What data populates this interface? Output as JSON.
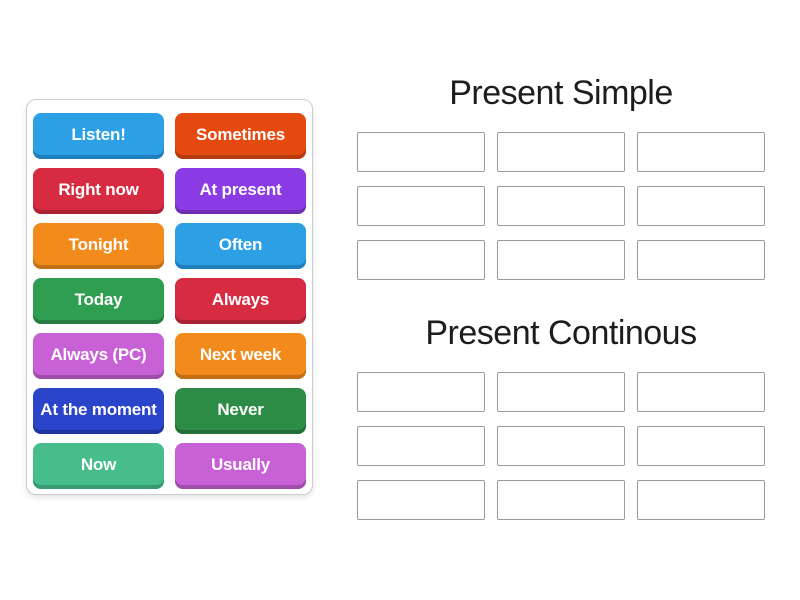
{
  "stage": {
    "background": "#ffffff",
    "heading_color": "#1d1d1f"
  },
  "tile_panel": {
    "border_color": "#cccccc",
    "tiles": [
      {
        "label": "Listen!",
        "color": "#2d9fe4",
        "edge_color": "#1f7fbd"
      },
      {
        "label": "Sometimes",
        "color": "#e4490f",
        "edge_color": "#b63a0c"
      },
      {
        "label": "Right now",
        "color": "#d62b41",
        "edge_color": "#ab2234"
      },
      {
        "label": "At present",
        "color": "#8a3be4",
        "edge_color": "#6e2fb6"
      },
      {
        "label": "Tonight",
        "color": "#f28b1c",
        "edge_color": "#c26f16"
      },
      {
        "label": "Often",
        "color": "#2d9fe4",
        "edge_color": "#1f7fbd"
      },
      {
        "label": "Today",
        "color": "#2f9e50",
        "edge_color": "#267f40"
      },
      {
        "label": "Always",
        "color": "#d62b41",
        "edge_color": "#ab2234"
      },
      {
        "label": "Always (PC)",
        "color": "#c961d6",
        "edge_color": "#a14eab"
      },
      {
        "label": "Next week",
        "color": "#f28b1c",
        "edge_color": "#c26f16"
      },
      {
        "label": "At the moment",
        "color": "#2a44ca",
        "edge_color": "#2135a0"
      },
      {
        "label": "Never",
        "color": "#2c8c45",
        "edge_color": "#236f37"
      },
      {
        "label": "Now",
        "color": "#46bd8b",
        "edge_color": "#389a70"
      },
      {
        "label": "Usually",
        "color": "#c961d6",
        "edge_color": "#a14eab"
      }
    ]
  },
  "groups": [
    {
      "title": "Present Simple",
      "slot_count": 9
    },
    {
      "title": "Present Continous",
      "slot_count": 9
    }
  ]
}
